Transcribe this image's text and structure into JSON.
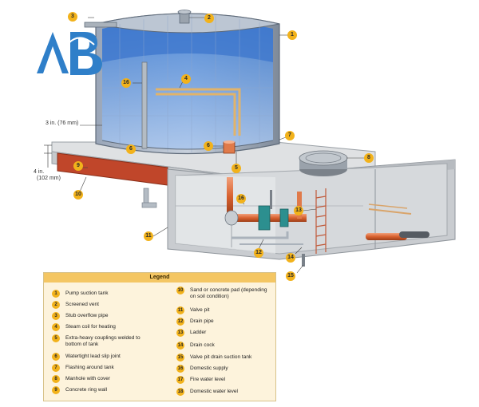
{
  "callouts": [
    "1",
    "2",
    "3",
    "4",
    "5",
    "6",
    "7",
    "8",
    "9",
    "10",
    "11",
    "12",
    "13",
    "14",
    "15",
    "16"
  ],
  "dimensions": {
    "a": "3 in. (76 mm)",
    "b_line1": "4 in.",
    "b_line2": "(102 mm)"
  },
  "legend": {
    "title": "Legend",
    "items": [
      {
        "num": "1",
        "text": "Pump suction tank"
      },
      {
        "num": "2",
        "text": "Screened vent"
      },
      {
        "num": "3",
        "text": "Stub overflow pipe"
      },
      {
        "num": "4",
        "text": "Steam coil for heating"
      },
      {
        "num": "5",
        "text": "Extra-heavy couplings welded to bottom of tank"
      },
      {
        "num": "6",
        "text": "Watertight lead slip joint"
      },
      {
        "num": "7",
        "text": "Flashing around tank"
      },
      {
        "num": "8",
        "text": "Manhole with cover"
      },
      {
        "num": "9",
        "text": "Concrete ring wall"
      },
      {
        "num": "10",
        "text": "Sand or concrete pad (depending on soil condition)"
      },
      {
        "num": "11",
        "text": "Valve pit"
      },
      {
        "num": "12",
        "text": "Drain pipe"
      },
      {
        "num": "13",
        "text": "Ladder"
      },
      {
        "num": "14",
        "text": "Drain cock"
      },
      {
        "num": "15",
        "text": "Valve pit drain suction tank"
      },
      {
        "num": "16",
        "text": "Domestic supply"
      },
      {
        "num": "17",
        "text": "Fire water level"
      },
      {
        "num": "18",
        "text": "Domestic water level"
      }
    ]
  },
  "colors": {
    "logo": "#2f7fc9",
    "water": "#6f9fdc",
    "concrete": "#cfd1d4",
    "pad": "#c0462a",
    "pipe": "#e07a4a",
    "callout": "#f2b21b",
    "legend_bg": "#fdf3dc"
  }
}
